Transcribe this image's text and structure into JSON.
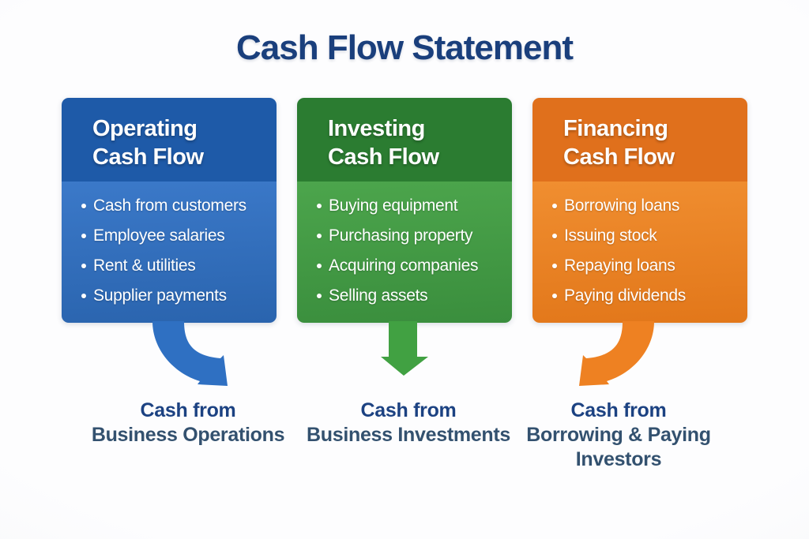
{
  "title": "Cash Flow Statement",
  "colors": {
    "background": "#fafbfd",
    "title_text": "#1a3f7c",
    "caption_primary_text": "#1c4282",
    "caption_secondary_text": "#33516f"
  },
  "cards": [
    {
      "name": "operating",
      "title_line1": "Operating",
      "title_line2": "Cash Flow",
      "items": [
        "Cash from customers",
        "Employee salaries",
        "Rent & utilities",
        "Supplier payments"
      ],
      "arrow_shape": "curved-down-right",
      "label_lines": [
        "Cash from",
        "Business Operations"
      ],
      "colors": {
        "header": "#1e5aa8",
        "body_top": "#3b79c9",
        "body_bottom": "#2a64ae",
        "arrow": "#2f70c2"
      }
    },
    {
      "name": "investing",
      "title_line1": "Investing",
      "title_line2": "Cash Flow",
      "items": [
        "Buying equipment",
        "Purchasing property",
        "Acquiring companies",
        "Selling assets"
      ],
      "arrow_shape": "straight-down",
      "label_lines": [
        "Cash from",
        "Business Investments"
      ],
      "colors": {
        "header": "#2b7c31",
        "body_top": "#4ca54c",
        "body_bottom": "#3a8e3d",
        "arrow": "#41a142"
      }
    },
    {
      "name": "financing",
      "title_line1": "Financing",
      "title_line2": "Cash Flow",
      "items": [
        "Borrowing loans",
        "Issuing stock",
        "Repaying loans",
        "Paying dividends"
      ],
      "arrow_shape": "curved-down-left",
      "label_lines": [
        "Cash from",
        "Borrowing & Paying",
        "Investors"
      ],
      "colors": {
        "header": "#e0701c",
        "body_top": "#f08e30",
        "body_bottom": "#e2771a",
        "arrow": "#ee8122"
      }
    }
  ]
}
